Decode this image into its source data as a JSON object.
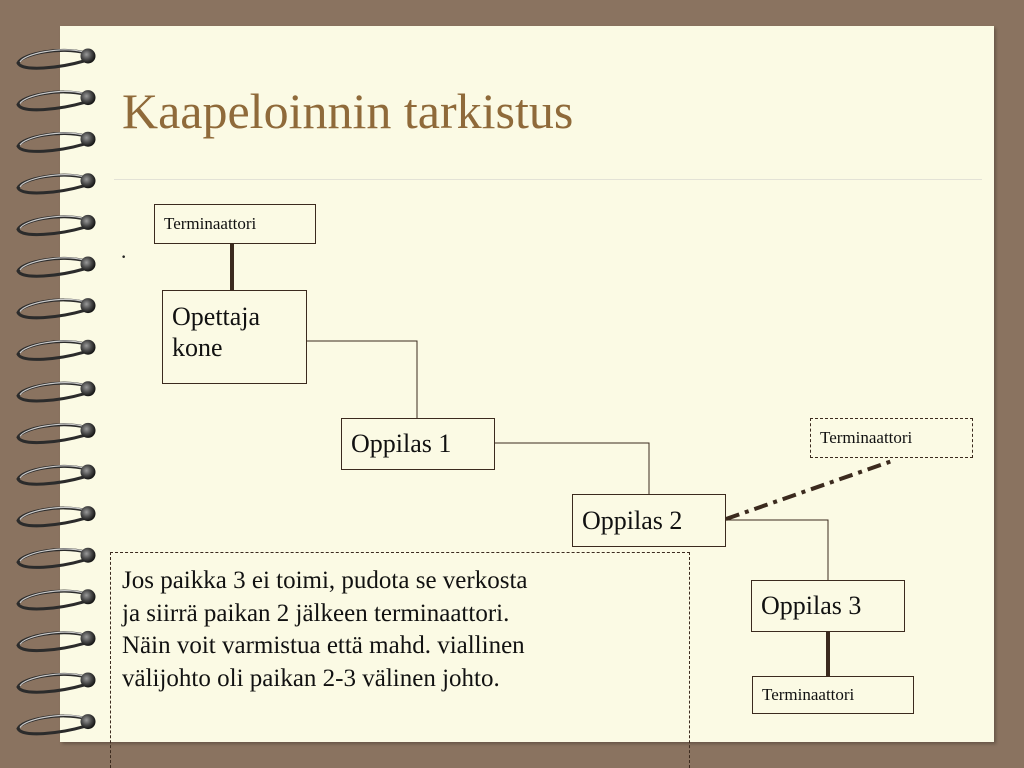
{
  "slide": {
    "title": "Kaapeloinnin tarkistus",
    "bullet": "·"
  },
  "diagram": {
    "terminator_top": "Terminaattori",
    "teacher_line1": "Opettaja",
    "teacher_line2": "kone",
    "student1": "Oppilas 1",
    "student2": "Oppilas 2",
    "student3": "Oppilas 3",
    "terminator_dashed": "Terminaattori",
    "terminator_bottom": "Terminaattori"
  },
  "note": {
    "lines": [
      "Jos paikka 3 ei toimi, pudota se verkosta",
      "ja siirrä paikan 2 jälkeen terminaattori.",
      "Näin voit varmistua että mahd. viallinen",
      "välijohto oli paikan 2-3 välinen johto."
    ]
  },
  "colors": {
    "background": "#8a7360",
    "paper": "#fbfae4",
    "title": "#8f6a3a",
    "line": "#3b2a1e"
  },
  "icons": {
    "binding": "spiral-binding-ring-icon"
  }
}
